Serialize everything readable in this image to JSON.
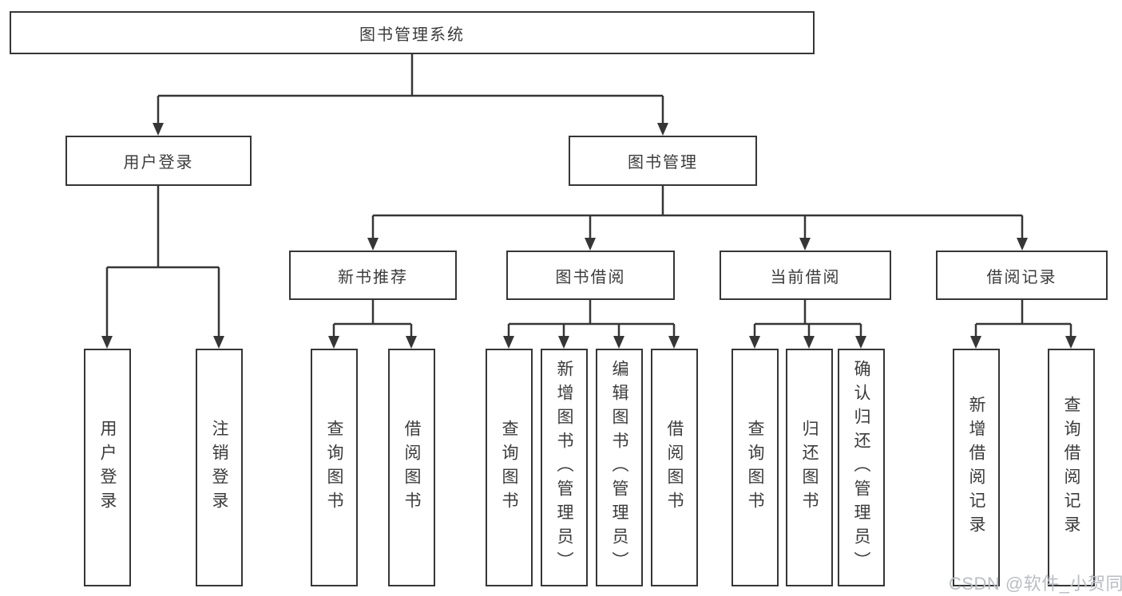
{
  "diagram": {
    "title": "图书管理系统",
    "root": {
      "label": "图书管理系统"
    },
    "branches": [
      {
        "label": "用户登录",
        "children": [
          "用户登录",
          "注销登录"
        ]
      },
      {
        "label": "图书管理",
        "groups": [
          {
            "label": "新书推荐",
            "children": [
              "查询图书",
              "借阅图书"
            ]
          },
          {
            "label": "图书借阅",
            "children": [
              "查询图书",
              "新增图书（管理员）",
              "编辑图书（管理员）",
              "借阅图书"
            ]
          },
          {
            "label": "当前借阅",
            "children": [
              "查询图书",
              "归还图书",
              "确认归还（管理员）"
            ]
          },
          {
            "label": "借阅记录",
            "children": [
              "新增借阅记录",
              "查询借阅记录"
            ]
          }
        ]
      }
    ]
  },
  "watermark": "CSDN @软件_小贺同学",
  "colors": {
    "line": "#363636",
    "box_border": "#363636",
    "text": "#3b3b3b",
    "watermark": "#b9bdc2",
    "background": "#ffffff"
  }
}
